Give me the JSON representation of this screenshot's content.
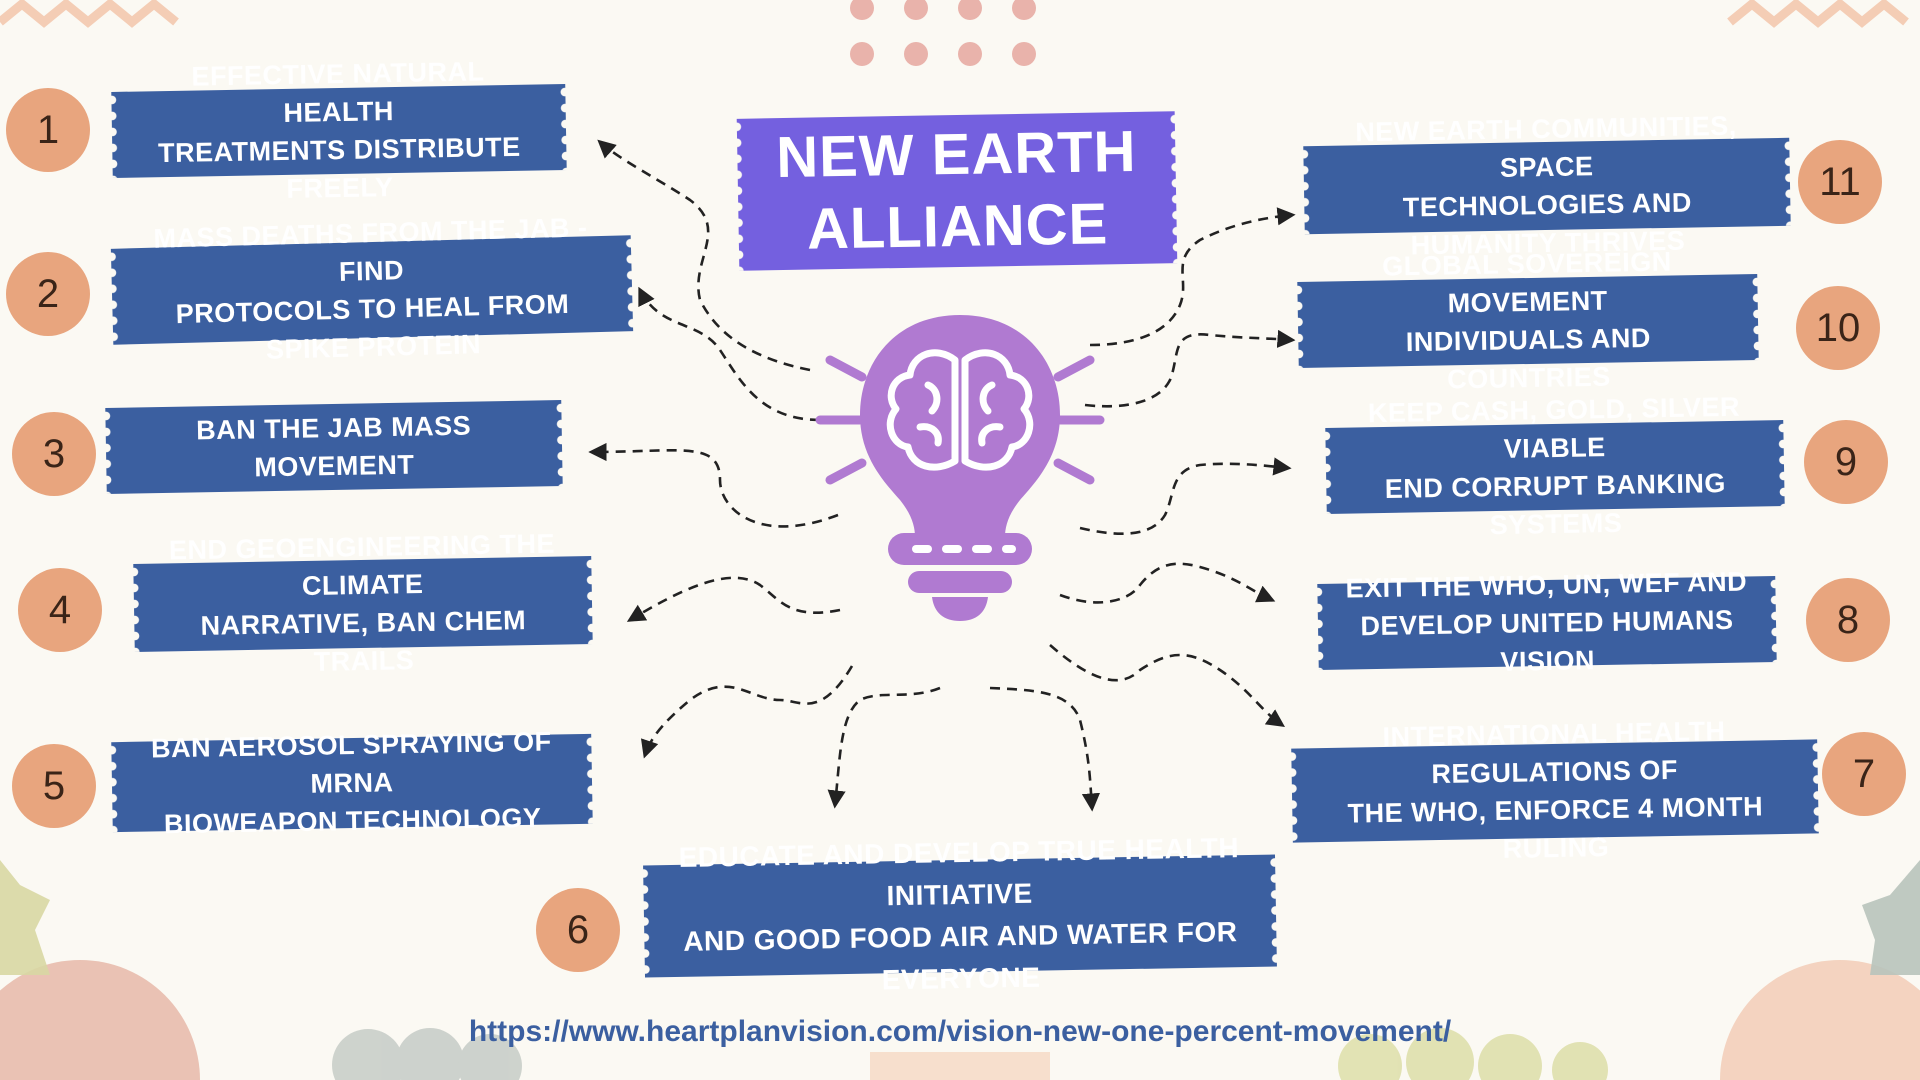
{
  "title": {
    "line1": "New Earth",
    "line2": "Alliance"
  },
  "items": [
    {
      "number": "1",
      "text": "Effective natural health\ntreatments distribute freely"
    },
    {
      "number": "2",
      "text": "Mass deaths from the jab - find\nprotocols to heal from spike protein"
    },
    {
      "number": "3",
      "text": "Ban the jab mass movement"
    },
    {
      "number": "4",
      "text": "End geoengineering the climate\nnarrative, ban chem trails"
    },
    {
      "number": "5",
      "text": "Ban aerosol spraying of MRNA\nbioweapon technology"
    },
    {
      "number": "6",
      "text": "Educate and develop true health initiative\nand good food air and water for everyone"
    },
    {
      "number": "7",
      "text": "International health regulations of\nthe WHO, enforce 4 month ruling"
    },
    {
      "number": "8",
      "text": "Exit the WHO, UN, WEF and\ndevelop united humans vision"
    },
    {
      "number": "9",
      "text": "Keep cash, gold, silver viable\nend corrupt banking systems"
    },
    {
      "number": "10",
      "text": "Global sovereign movement\nindividuals and countries"
    },
    {
      "number": "11",
      "text": "New earth communities, space\ntechnologies and humanity thrives"
    }
  ],
  "center_icon": "lightbulb-brain-icon",
  "url": "https://www.heartplanvision.com/vision-new-one-percent-movement/",
  "colors": {
    "background": "#fbf9f3",
    "label_fill": "#3b5fa0",
    "title_fill": "#7460df",
    "number_circle": "#e8a57e",
    "bulb": "#b07ad1",
    "url_text": "#3b5fa0"
  }
}
